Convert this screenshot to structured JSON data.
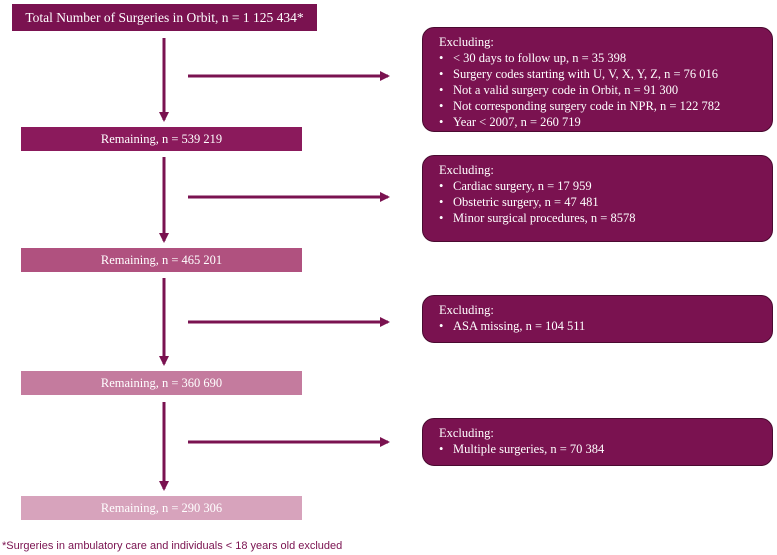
{
  "flow": {
    "total": "Total Number of Surgeries in Orbit, n = 1 125 434*",
    "remaining": [
      "Remaining, n = 539 219",
      "Remaining, n = 465 201",
      "Remaining, n = 360 690",
      "Remaining, n = 290 306"
    ]
  },
  "exclusions": [
    {
      "title": "Excluding:",
      "items": [
        "< 30 days to follow up, n = 35 398",
        "Surgery codes starting with U, V, X, Y, Z, n = 76 016",
        "Not a valid surgery code in Orbit, n = 91 300",
        "Not corresponding surgery code in NPR, n = 122 782",
        "Year < 2007, n = 260 719"
      ]
    },
    {
      "title": "Excluding:",
      "items": [
        "Cardiac surgery, n = 17 959",
        "Obstetric surgery, n = 47 481",
        "Minor surgical procedures, n = 8578"
      ]
    },
    {
      "title": "Excluding:",
      "items": [
        "ASA missing, n = 104 511"
      ]
    },
    {
      "title": "Excluding:",
      "items": [
        "Multiple surgeries, n = 70 384"
      ]
    }
  ],
  "footnote": "*Surgeries in ambulatory care and individuals < 18 years old excluded",
  "colors": {
    "primary": "#7a1250",
    "step1": "#8b1a5c",
    "step2": "#b0517f",
    "step3": "#c47b9e",
    "step4": "#d7a3bc",
    "arrow": "#7a1250",
    "footnote": "#7a1250"
  }
}
